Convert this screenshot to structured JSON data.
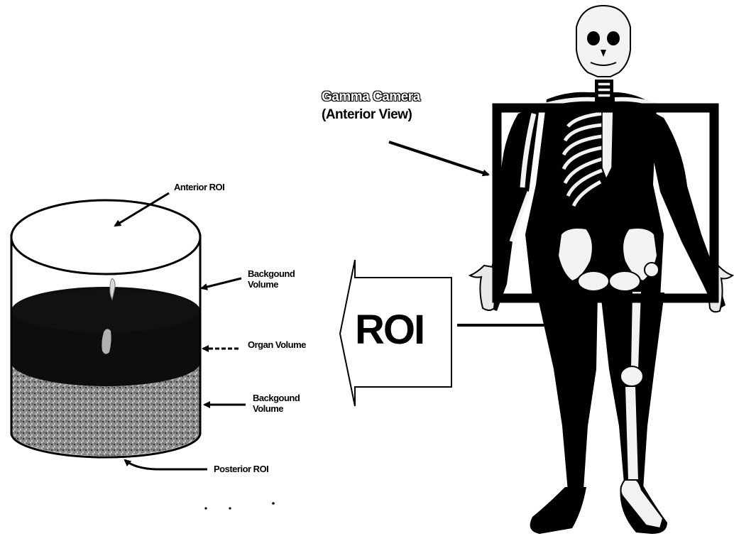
{
  "labels": {
    "anterior_roi": "Anterior ROI",
    "background_volume_top": [
      "Backgound",
      "Volume"
    ],
    "organ_volume": "Organ Volume",
    "background_volume_bottom": [
      "Backgound",
      "Volume"
    ],
    "posterior_roi": "Posterior ROI",
    "camera_title": "Gamma Camera",
    "camera_view": "(Anterior View)",
    "roi_arrow": "ROI"
  },
  "colors": {
    "ink": "#000000",
    "paper": "#ffffff",
    "organ_layer": "#0d0d0d",
    "background_speckle": "#6a6a6a",
    "bone": "#f2f2f2"
  }
}
